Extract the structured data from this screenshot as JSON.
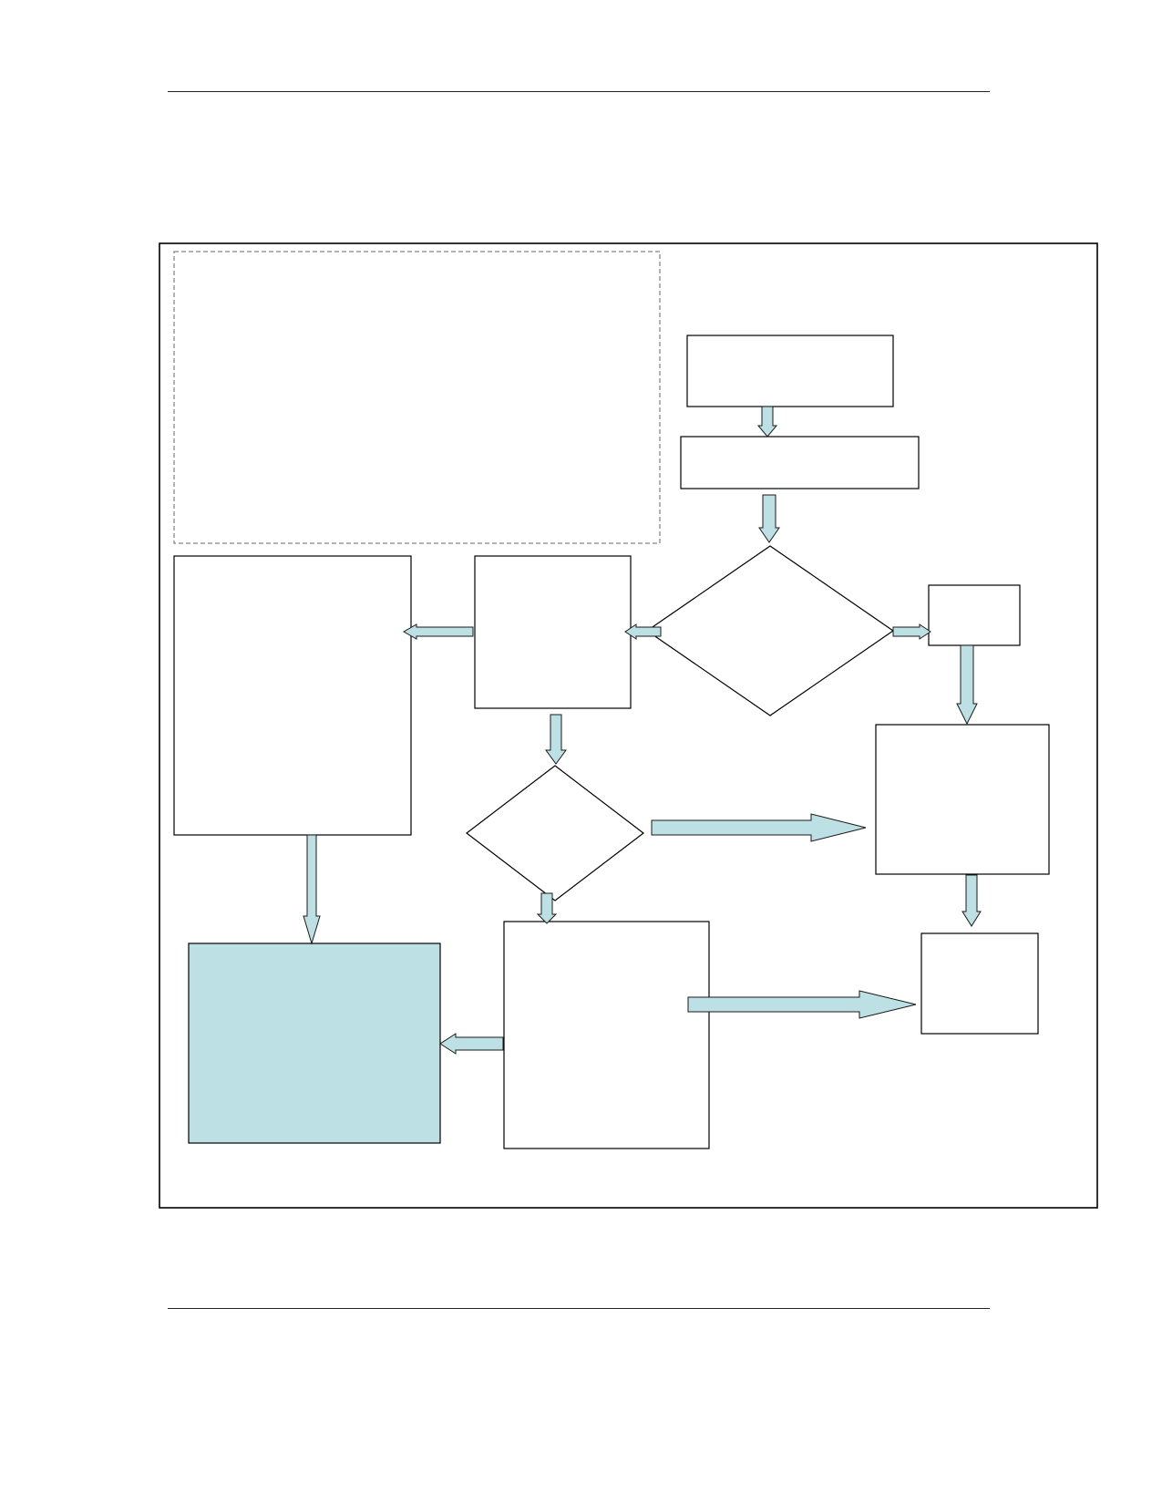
{
  "page": {
    "background": "#ffffff"
  },
  "diagram": {
    "type": "flowchart",
    "colors": {
      "stroke": "#000000",
      "dashed_stroke": "#666666",
      "arrow_fill": "#bde0e4",
      "highlight_fill": "#bde0e4"
    },
    "nodes": [
      {
        "id": "dashed-panel",
        "shape": "dashed-rectangle",
        "label": ""
      },
      {
        "id": "start-box",
        "shape": "rectangle",
        "label": ""
      },
      {
        "id": "second-box",
        "shape": "rectangle",
        "label": ""
      },
      {
        "id": "main-decision",
        "shape": "diamond",
        "label": ""
      },
      {
        "id": "small-right-box",
        "shape": "rectangle",
        "label": ""
      },
      {
        "id": "middle-box",
        "shape": "rectangle",
        "label": ""
      },
      {
        "id": "tall-left-box",
        "shape": "rectangle",
        "label": ""
      },
      {
        "id": "second-decision",
        "shape": "diamond",
        "label": ""
      },
      {
        "id": "right-process-box",
        "shape": "rectangle",
        "label": ""
      },
      {
        "id": "final-left-box",
        "shape": "rectangle",
        "label": "",
        "highlighted": true
      },
      {
        "id": "lower-center-box",
        "shape": "rectangle",
        "label": ""
      },
      {
        "id": "end-right-box",
        "shape": "rectangle",
        "label": ""
      }
    ],
    "edges": [
      {
        "from": "start-box",
        "to": "second-box"
      },
      {
        "from": "second-box",
        "to": "main-decision"
      },
      {
        "from": "main-decision",
        "to": "middle-box"
      },
      {
        "from": "main-decision",
        "to": "small-right-box"
      },
      {
        "from": "middle-box",
        "to": "tall-left-box"
      },
      {
        "from": "middle-box",
        "to": "second-decision"
      },
      {
        "from": "small-right-box",
        "to": "right-process-box"
      },
      {
        "from": "second-decision",
        "to": "right-process-box"
      },
      {
        "from": "second-decision",
        "to": "lower-center-box"
      },
      {
        "from": "tall-left-box",
        "to": "final-left-box"
      },
      {
        "from": "lower-center-box",
        "to": "final-left-box"
      },
      {
        "from": "lower-center-box",
        "to": "end-right-box"
      },
      {
        "from": "right-process-box",
        "to": "end-right-box"
      }
    ]
  }
}
